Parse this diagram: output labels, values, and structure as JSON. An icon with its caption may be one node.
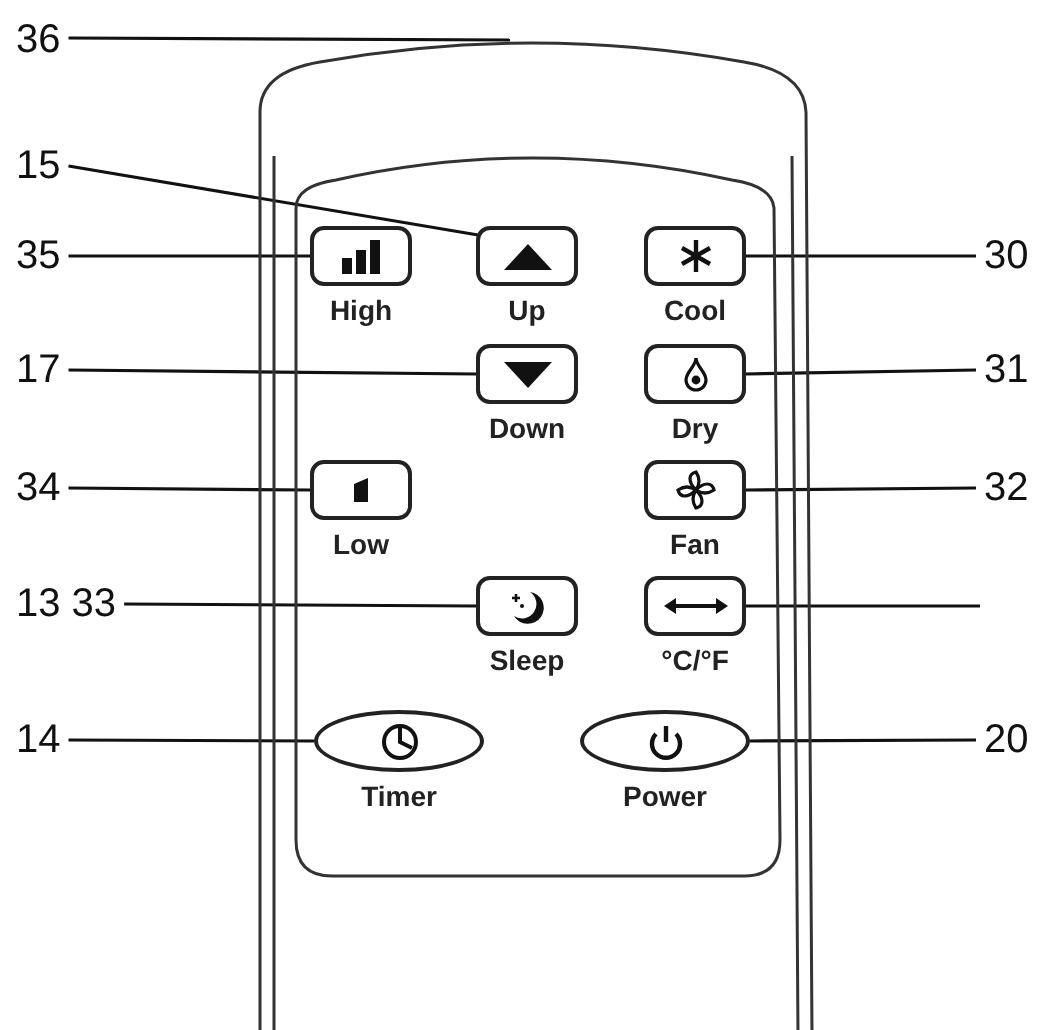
{
  "diagram": {
    "nodes": [
      {
        "text": [],
        "shape": "box"
      },
      {
        "text": [
          "36"
        ]
      },
      {
        "text": [
          "15"
        ]
      },
      {
        "text": [
          "35"
        ]
      },
      {
        "text": [
          "17"
        ]
      },
      {
        "text": [
          "34"
        ]
      },
      {
        "text": [
          "13 33"
        ]
      },
      {
        "text": [
          "14"
        ]
      },
      {
        "text": [
          "High"
        ],
        "in": 0
      },
      {
        "text": [
          "Up"
        ],
        "in": 0
      },
      {
        "text": [
          "Cool"
        ],
        "in": 0
      },
      {
        "text": [
          "Down"
        ],
        "in": 0
      },
      {
        "text": [
          "Dry"
        ],
        "in": 0
      },
      {
        "text": [
          "Low"
        ],
        "in": 0
      },
      {
        "text": [
          "Fan"
        ],
        "in": 0
      },
      {
        "text": [
          "Sleep"
        ],
        "in": 0
      },
      {
        "text": [
          "°C/°F"
        ],
        "in": 0
      },
      {
        "text": [
          "Timer"
        ],
        "in": 0
      },
      {
        "text": [
          "Power"
        ],
        "in": 0
      },
      {
        "text": [
          "30"
        ]
      },
      {
        "text": [
          "31"
        ]
      },
      {
        "text": [
          "32"
        ]
      },
      {
        "text": [
          "20"
        ]
      }
    ],
    "edges": [
      {
        "from": 1,
        "to": 0,
        "arrow": "none"
      },
      {
        "from": 2,
        "to": 9,
        "arrow": "none"
      },
      {
        "from": 3,
        "to": 8,
        "arrow": "none"
      },
      {
        "from": 4,
        "to": 11,
        "arrow": "none"
      },
      {
        "from": 5,
        "to": 13,
        "arrow": "none"
      },
      {
        "from": 6,
        "to": 15,
        "arrow": "none"
      },
      {
        "from": 7,
        "to": 17,
        "arrow": "none"
      },
      {
        "from": 19,
        "to": 10,
        "arrow": "none"
      },
      {
        "from": 20,
        "to": 12,
        "arrow": "none"
      },
      {
        "from": 21,
        "to": 14,
        "arrow": "none"
      },
      {
        "from": null,
        "to": 16,
        "arrow": "none"
      },
      {
        "from": 22,
        "to": 18,
        "arrow": "none"
      }
    ]
  }
}
